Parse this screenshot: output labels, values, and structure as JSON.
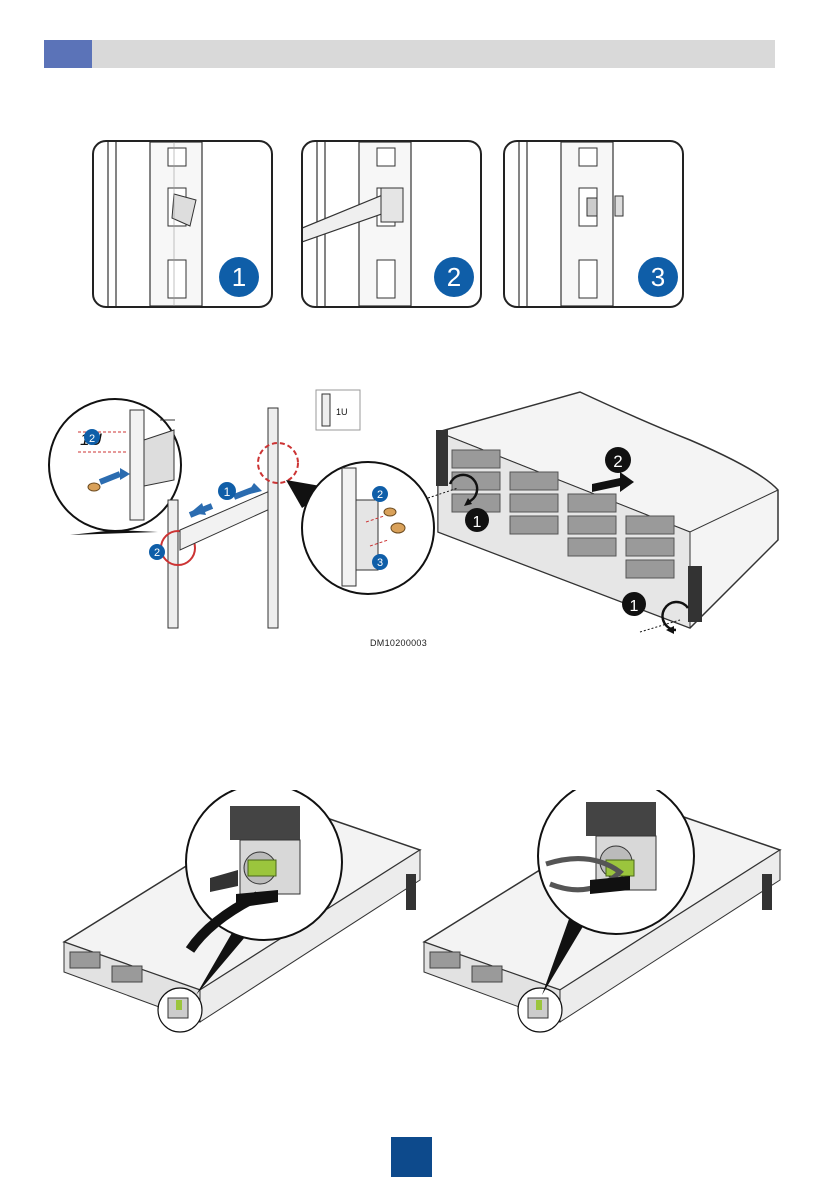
{
  "steps": {
    "panel_badges": [
      "1",
      "2",
      "3"
    ]
  },
  "rail_diagram": {
    "unit_label_zoom": "1U",
    "unit_label_small": "1U",
    "callout_left_badge": "2",
    "rail_badge": "1",
    "callout_right_badges": [
      "2",
      "3"
    ],
    "left_post_badge": "2",
    "server_push_badge": "2",
    "rotate_badges": [
      "1",
      "1"
    ],
    "code": "DM10200003"
  },
  "colors": {
    "header_accent": "#5b73b8",
    "header_bar": "#d9d9d9",
    "badge_blue": "#0f5ea8",
    "page_box": "#0d4a8c",
    "cable_green": "#9bc53d"
  }
}
